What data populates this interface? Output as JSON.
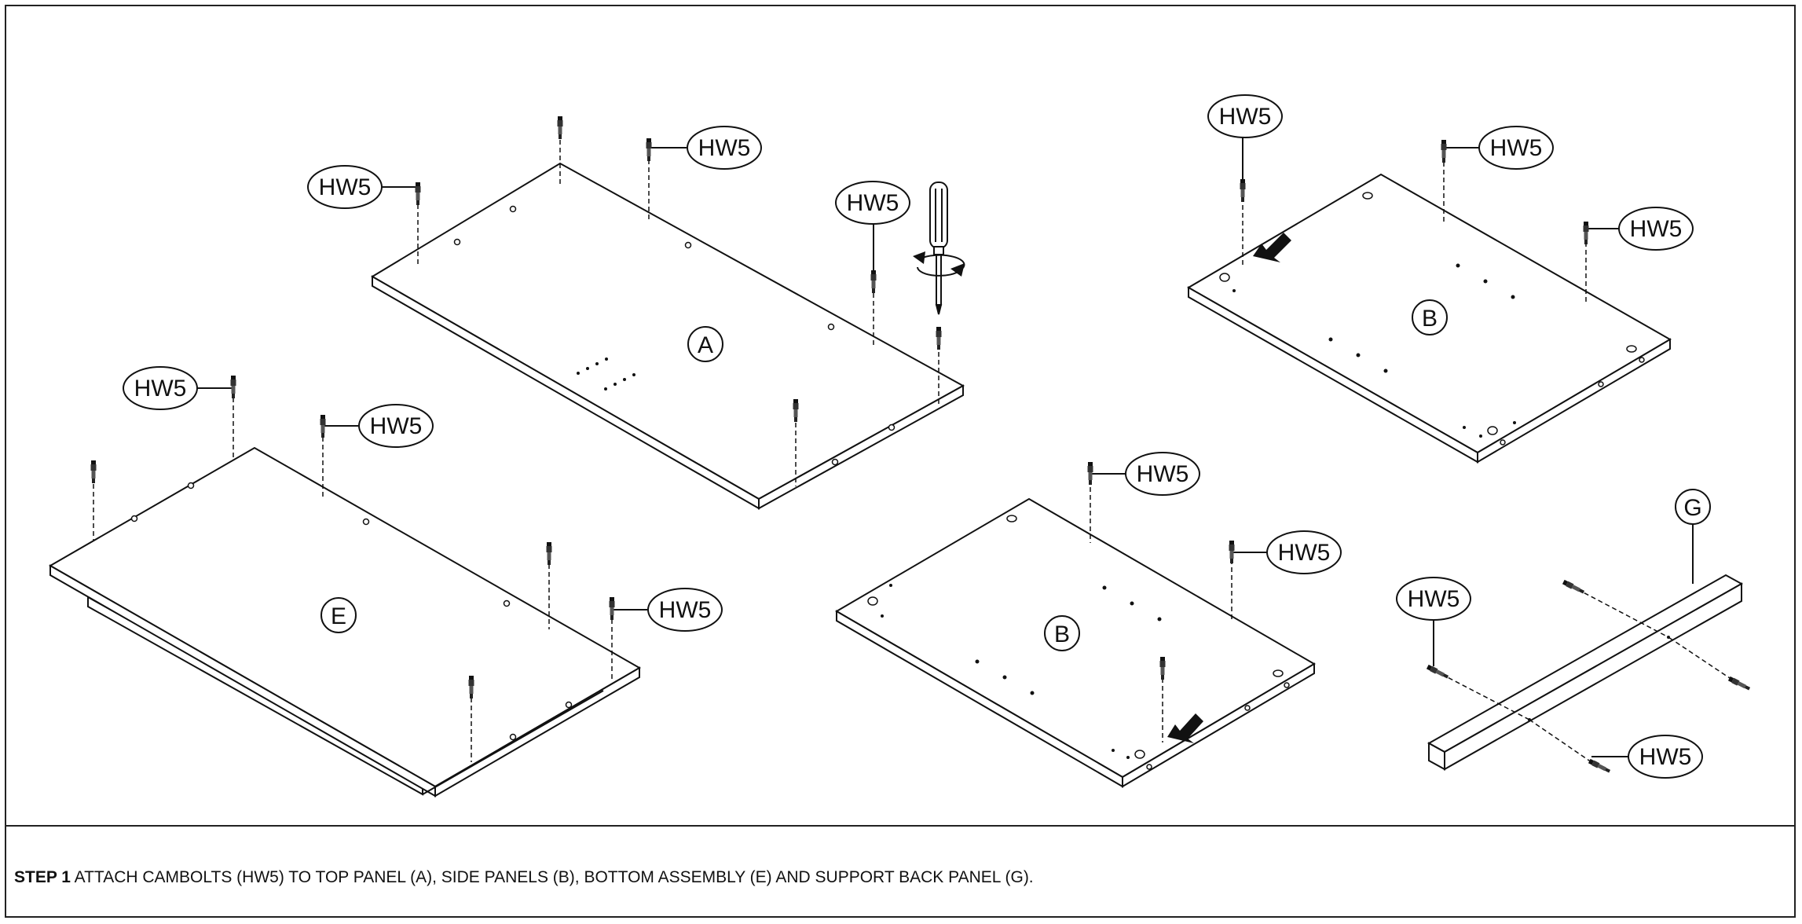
{
  "caption": {
    "step_label": "STEP 1",
    "text": " ATTACH CAMBOLTS (HW5) TO TOP PANEL (A), SIDE PANELS (B),  BOTTOM ASSEMBLY (E) AND SUPPORT BACK PANEL (G)."
  },
  "panels": {
    "top": "A",
    "side_upper": "B",
    "side_lower": "B",
    "bottom": "E",
    "support": "G"
  },
  "hardware_label": "HW5",
  "colors": {
    "line": "#111111",
    "background": "#ffffff"
  },
  "icons": [
    "screwdriver-icon",
    "rotation-arrow-icon",
    "insert-arrow-icon"
  ]
}
